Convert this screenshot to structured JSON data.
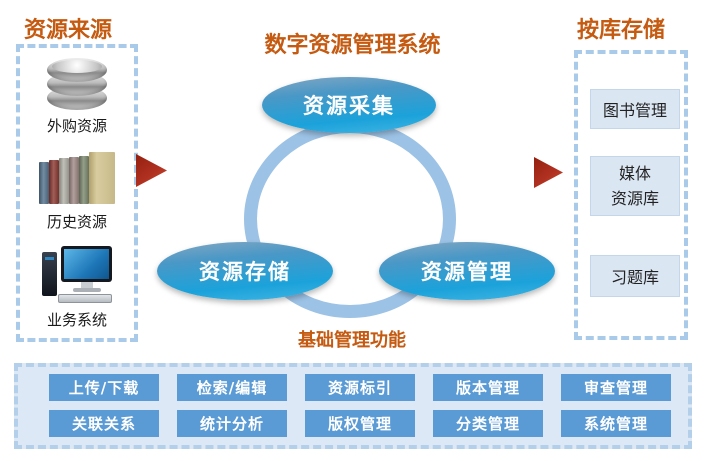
{
  "palette": {
    "title_orange": "#c55a11",
    "arrow_red": "#b03020",
    "ring_blue": "#9cc2e5",
    "node_gradient_top": "#83a7c3",
    "node_gradient_bottom": "#1ba2da",
    "button_blue": "#5b9bd5",
    "panel_bg": "#dce8f5",
    "dashed_border": "#a9cbe9",
    "library_box_fill": "#dbe6f3"
  },
  "left_panel": {
    "title": "资源来源",
    "items": [
      {
        "icon": "database-icon",
        "label": "外购资源"
      },
      {
        "icon": "books-icon",
        "label": "历史资源"
      },
      {
        "icon": "computer-icon",
        "label": "业务系统"
      }
    ]
  },
  "center": {
    "title": "数字资源管理系统",
    "nodes": [
      {
        "label": "资源采集"
      },
      {
        "label": "资源存储"
      },
      {
        "label": "资源管理"
      }
    ],
    "caption": "基础管理功能"
  },
  "right_panel": {
    "title": "按库存储",
    "items": [
      {
        "lines": [
          "图书管理"
        ]
      },
      {
        "lines": [
          "媒体",
          "资源库"
        ]
      },
      {
        "lines": [
          "习题库"
        ]
      }
    ]
  },
  "bottom_panel": {
    "rows": [
      [
        "上传/下载",
        "检索/编辑",
        "资源标引",
        "版本管理",
        "审查管理"
      ],
      [
        "关联关系",
        "统计分析",
        "版权管理",
        "分类管理",
        "系统管理"
      ]
    ]
  }
}
